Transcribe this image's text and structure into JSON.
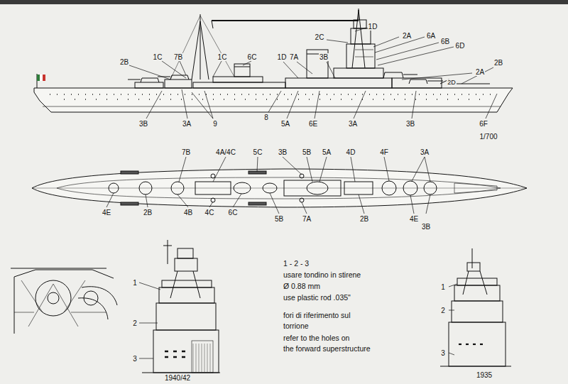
{
  "diagram": {
    "labels": [
      "1D",
      "2A",
      "6A",
      "6B",
      "6D",
      "2C",
      "2A",
      "2B",
      "2B",
      "1C",
      "7B",
      "1C",
      "6C",
      "1D",
      "7A",
      "3B",
      "2D",
      "3B",
      "3A",
      "9",
      "8",
      "5A",
      "6E",
      "3A",
      "3B",
      "6F",
      "1/700",
      "7B",
      "4A/4C",
      "5C",
      "3B",
      "5B",
      "5A",
      "4D",
      "4F",
      "3A",
      "4E",
      "2B",
      "4B",
      "4C",
      "6C",
      "5B",
      "7A",
      "2B",
      "4E",
      "3B",
      "1",
      "2",
      "3",
      "1940/42",
      "1 - 2 - 3",
      "usare tondino in stirene",
      "Ø 0.88 mm",
      "use plastic rod .035\"",
      "fori di riferimento sul",
      "torrione",
      "refer to the holes on",
      "the forward superstructure",
      "1",
      "2",
      "3",
      "1935"
    ]
  }
}
